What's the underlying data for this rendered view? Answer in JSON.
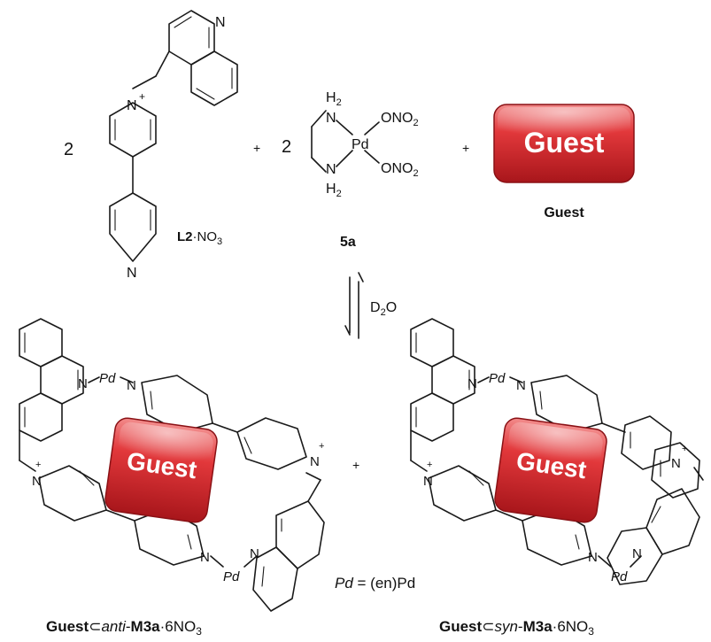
{
  "reactants": {
    "coef_ligand": "2",
    "ligand_atom_n_top": "N",
    "ligand_atom_n_plus": "N",
    "ligand_charge": "+",
    "ligand_atom_n_bottom": "N",
    "ligand_label_bold": "L2",
    "ligand_label_rest": "·NO",
    "ligand_label_sub": "3",
    "plus_1": "+",
    "coef_complex": "2",
    "complex_h2_top": "H",
    "complex_h2_top_sub": "2",
    "complex_n_top": "N",
    "complex_n_bottom": "N",
    "complex_h2_bottom": "H",
    "complex_h2_bottom_sub": "2",
    "complex_pd": "Pd",
    "complex_ono2_top": "ONO",
    "complex_ono2_top_sub": "2",
    "complex_ono2_bottom": "ONO",
    "complex_ono2_bottom_sub": "2",
    "complex_label": "5a",
    "plus_2": "+",
    "guest_badge": "Guest",
    "guest_label": "Guest"
  },
  "conditions": {
    "solvent": "D",
    "solvent_sub": "2",
    "solvent_rest": "O"
  },
  "products": {
    "guest_badge_left": "Guest",
    "guest_badge_right": "Guest",
    "plus": "+",
    "atom_n": "N",
    "atom_pd": "Pd",
    "charge": "+",
    "pd_def_pd": "Pd",
    "pd_def_rest": " = (en)Pd",
    "left_label_bold1": "Guest",
    "left_label_subset": "⊂",
    "left_label_italic": "anti",
    "left_label_dash": "-",
    "left_label_bold2": "M3a",
    "left_label_rest": "·6NO",
    "left_label_sub": "3",
    "right_label_bold1": "Guest",
    "right_label_subset": "⊂",
    "right_label_italic": "syn",
    "right_label_dash": "-",
    "right_label_bold2": "M3a",
    "right_label_rest": "·6NO",
    "right_label_sub": "3"
  },
  "colors": {
    "guest_red": "#d8262b",
    "guest_dark": "#9e1418",
    "guest_light": "#f07070"
  }
}
